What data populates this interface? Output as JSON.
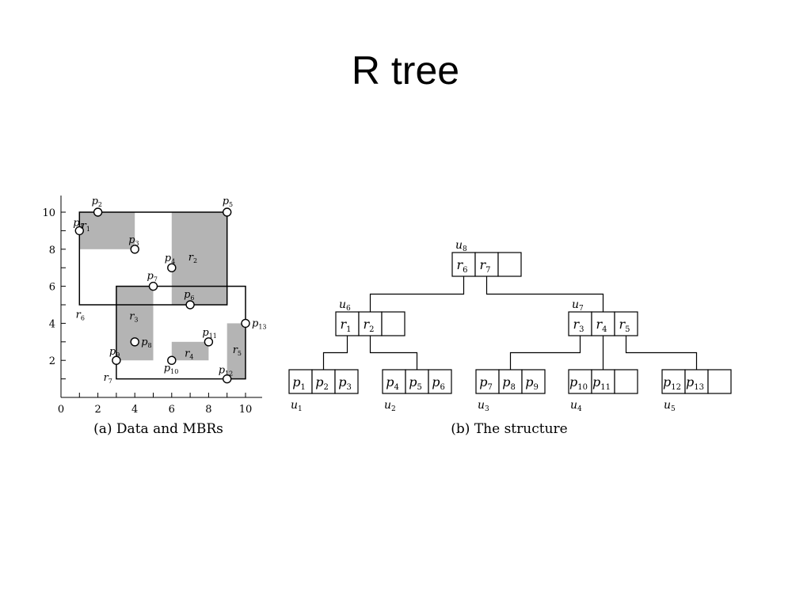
{
  "slide": {
    "title": "R tree"
  },
  "colors": {
    "mbr_fill": "#b4b4b4",
    "line": "#000000",
    "point_fill": "#ffffff"
  },
  "panel_a": {
    "caption": "(a) Data and MBRs",
    "x_ticks": [
      "0",
      "2",
      "4",
      "6",
      "8",
      "10"
    ],
    "y_ticks": [
      "2",
      "4",
      "6",
      "8",
      "10"
    ],
    "shaded_rects": [
      {
        "id": "r1",
        "label": "r",
        "sub": "1",
        "x0": 1,
        "x1": 4,
        "y0": 8,
        "y1": 10
      },
      {
        "id": "r2",
        "label": "r",
        "sub": "2",
        "x0": 6,
        "x1": 9,
        "y0": 5,
        "y1": 10
      },
      {
        "id": "r3",
        "label": "r",
        "sub": "3",
        "x0": 3,
        "x1": 5,
        "y0": 2,
        "y1": 6
      },
      {
        "id": "r4",
        "label": "r",
        "sub": "4",
        "x0": 6,
        "x1": 8,
        "y0": 2,
        "y1": 3
      },
      {
        "id": "r5",
        "label": "r",
        "sub": "5",
        "x0": 9,
        "x1": 10,
        "y0": 1,
        "y1": 4
      }
    ],
    "outline_rects": [
      {
        "id": "r6",
        "label": "r",
        "sub": "6",
        "x0": 1,
        "x1": 9,
        "y0": 5,
        "y1": 10
      },
      {
        "id": "r7",
        "label": "r",
        "sub": "7",
        "x0": 3,
        "x1": 10,
        "y0": 1,
        "y1": 6
      }
    ],
    "points": [
      {
        "id": "p1",
        "label": "p",
        "sub": "1",
        "x": 1,
        "y": 9
      },
      {
        "id": "p2",
        "label": "p",
        "sub": "2",
        "x": 2,
        "y": 10
      },
      {
        "id": "p3",
        "label": "p",
        "sub": "3",
        "x": 4,
        "y": 8
      },
      {
        "id": "p4",
        "label": "p",
        "sub": "4",
        "x": 6,
        "y": 7
      },
      {
        "id": "p5",
        "label": "p",
        "sub": "5",
        "x": 9,
        "y": 10
      },
      {
        "id": "p6",
        "label": "p",
        "sub": "6",
        "x": 7,
        "y": 5
      },
      {
        "id": "p7",
        "label": "p",
        "sub": "7",
        "x": 5,
        "y": 6
      },
      {
        "id": "p8",
        "label": "p",
        "sub": "8",
        "x": 4,
        "y": 3
      },
      {
        "id": "p9",
        "label": "p",
        "sub": "9",
        "x": 3,
        "y": 2
      },
      {
        "id": "p10",
        "label": "p",
        "sub": "10",
        "x": 6,
        "y": 2
      },
      {
        "id": "p11",
        "label": "p",
        "sub": "11",
        "x": 8,
        "y": 3
      },
      {
        "id": "p12",
        "label": "p",
        "sub": "12",
        "x": 9,
        "y": 1
      },
      {
        "id": "p13",
        "label": "p",
        "sub": "13",
        "x": 10,
        "y": 4
      }
    ]
  },
  "panel_b": {
    "caption": "(b) The structure",
    "root": {
      "id": "u8",
      "label": "u",
      "sub": "8",
      "entries": [
        {
          "l": "r",
          "s": "6"
        },
        {
          "l": "r",
          "s": "7"
        }
      ]
    },
    "level1": [
      {
        "id": "u6",
        "label": "u",
        "sub": "6",
        "entries": [
          {
            "l": "r",
            "s": "1"
          },
          {
            "l": "r",
            "s": "2"
          }
        ]
      },
      {
        "id": "u7",
        "label": "u",
        "sub": "7",
        "entries": [
          {
            "l": "r",
            "s": "3"
          },
          {
            "l": "r",
            "s": "4"
          },
          {
            "l": "r",
            "s": "5"
          }
        ]
      }
    ],
    "leaves": [
      {
        "id": "u1",
        "label": "u",
        "sub": "1",
        "entries": [
          {
            "l": "p",
            "s": "1"
          },
          {
            "l": "p",
            "s": "2"
          },
          {
            "l": "p",
            "s": "3"
          }
        ]
      },
      {
        "id": "u2",
        "label": "u",
        "sub": "2",
        "entries": [
          {
            "l": "p",
            "s": "4"
          },
          {
            "l": "p",
            "s": "5"
          },
          {
            "l": "p",
            "s": "6"
          }
        ]
      },
      {
        "id": "u3",
        "label": "u",
        "sub": "3",
        "entries": [
          {
            "l": "p",
            "s": "7"
          },
          {
            "l": "p",
            "s": "8"
          },
          {
            "l": "p",
            "s": "9"
          }
        ]
      },
      {
        "id": "u4",
        "label": "u",
        "sub": "4",
        "entries": [
          {
            "l": "p",
            "s": "10"
          },
          {
            "l": "p",
            "s": "11"
          }
        ]
      },
      {
        "id": "u5",
        "label": "u",
        "sub": "5",
        "entries": [
          {
            "l": "p",
            "s": "12"
          },
          {
            "l": "p",
            "s": "13"
          }
        ]
      }
    ]
  }
}
